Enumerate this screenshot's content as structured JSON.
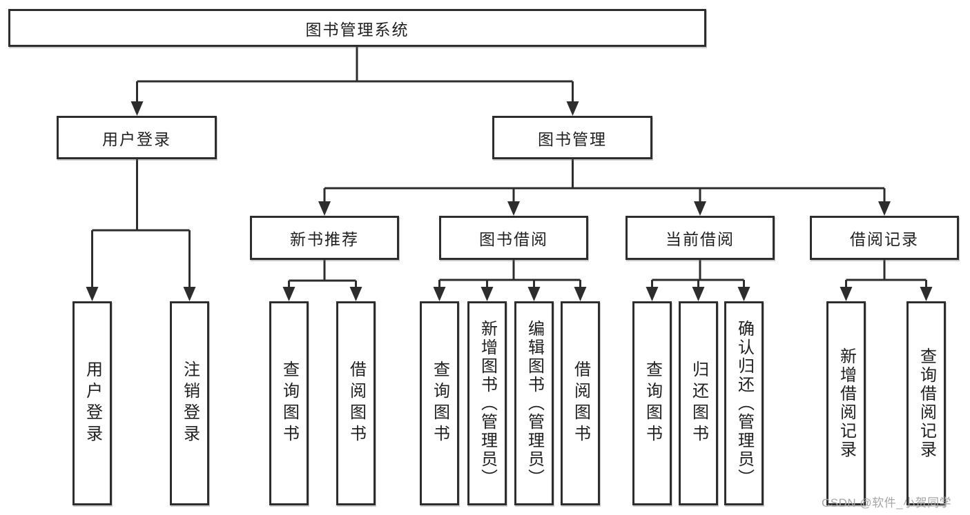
{
  "colors": {
    "line": "#2d2d2d",
    "text": "#1f1f1f",
    "background": "#ffffff",
    "watermark": "#a6a6a6"
  },
  "watermark": "CSDN @软件_小贺同学",
  "tree": {
    "root": {
      "label": "图书管理系统"
    },
    "branches": [
      {
        "label": "用户登录",
        "children": [
          {
            "label": "用户登录"
          },
          {
            "label": "注销登录"
          }
        ]
      },
      {
        "label": "图书管理",
        "children": [
          {
            "label": "新书推荐",
            "children": [
              {
                "label": "查询图书"
              },
              {
                "label": "借阅图书"
              }
            ]
          },
          {
            "label": "图书借阅",
            "children": [
              {
                "label": "查询图书"
              },
              {
                "label": "新增图书（管理员）"
              },
              {
                "label": "编辑图书（管理员）"
              },
              {
                "label": "借阅图书"
              }
            ]
          },
          {
            "label": "当前借阅",
            "children": [
              {
                "label": "查询图书"
              },
              {
                "label": "归还图书"
              },
              {
                "label": "确认归还（管理员）"
              }
            ]
          },
          {
            "label": "借阅记录",
            "children": [
              {
                "label": "新增借阅记录"
              },
              {
                "label": "查询借阅记录"
              }
            ]
          }
        ]
      }
    ]
  }
}
